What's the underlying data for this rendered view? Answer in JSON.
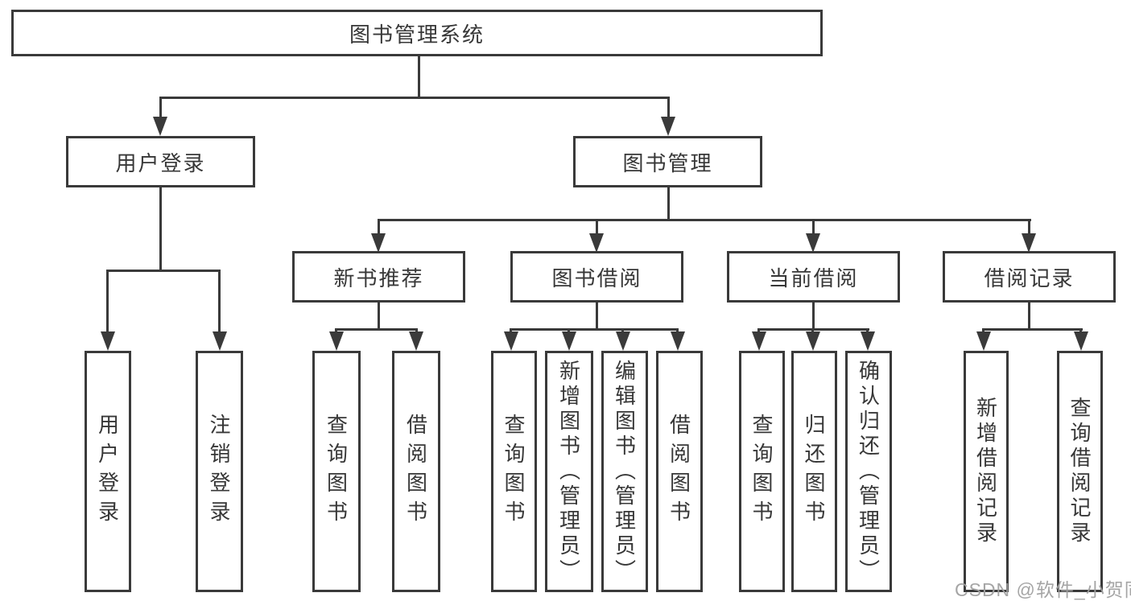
{
  "colors": {
    "line": "#3a3a3a",
    "text": "#373737",
    "background": "#ffffff",
    "watermark": "#a0a0a0"
  },
  "watermark": "CSDN @软件_小贺同学",
  "tree": {
    "root": {
      "label": "图书管理系统"
    },
    "branches": [
      {
        "label": "用户登录",
        "children": [
          {
            "label": "用户登录"
          },
          {
            "label": "注销登录"
          }
        ]
      },
      {
        "label": "图书管理",
        "children": [
          {
            "label": "新书推荐",
            "children": [
              {
                "label": "查询图书"
              },
              {
                "label": "借阅图书"
              }
            ]
          },
          {
            "label": "图书借阅",
            "children": [
              {
                "label": "查询图书"
              },
              {
                "label": "新增图书（管理员）"
              },
              {
                "label": "编辑图书（管理员）"
              },
              {
                "label": "借阅图书"
              }
            ]
          },
          {
            "label": "当前借阅",
            "children": [
              {
                "label": "查询图书"
              },
              {
                "label": "归还图书"
              },
              {
                "label": "确认归还（管理员）"
              }
            ]
          },
          {
            "label": "借阅记录",
            "children": [
              {
                "label": "新增借阅记录"
              },
              {
                "label": "查询借阅记录"
              }
            ]
          }
        ]
      }
    ]
  }
}
